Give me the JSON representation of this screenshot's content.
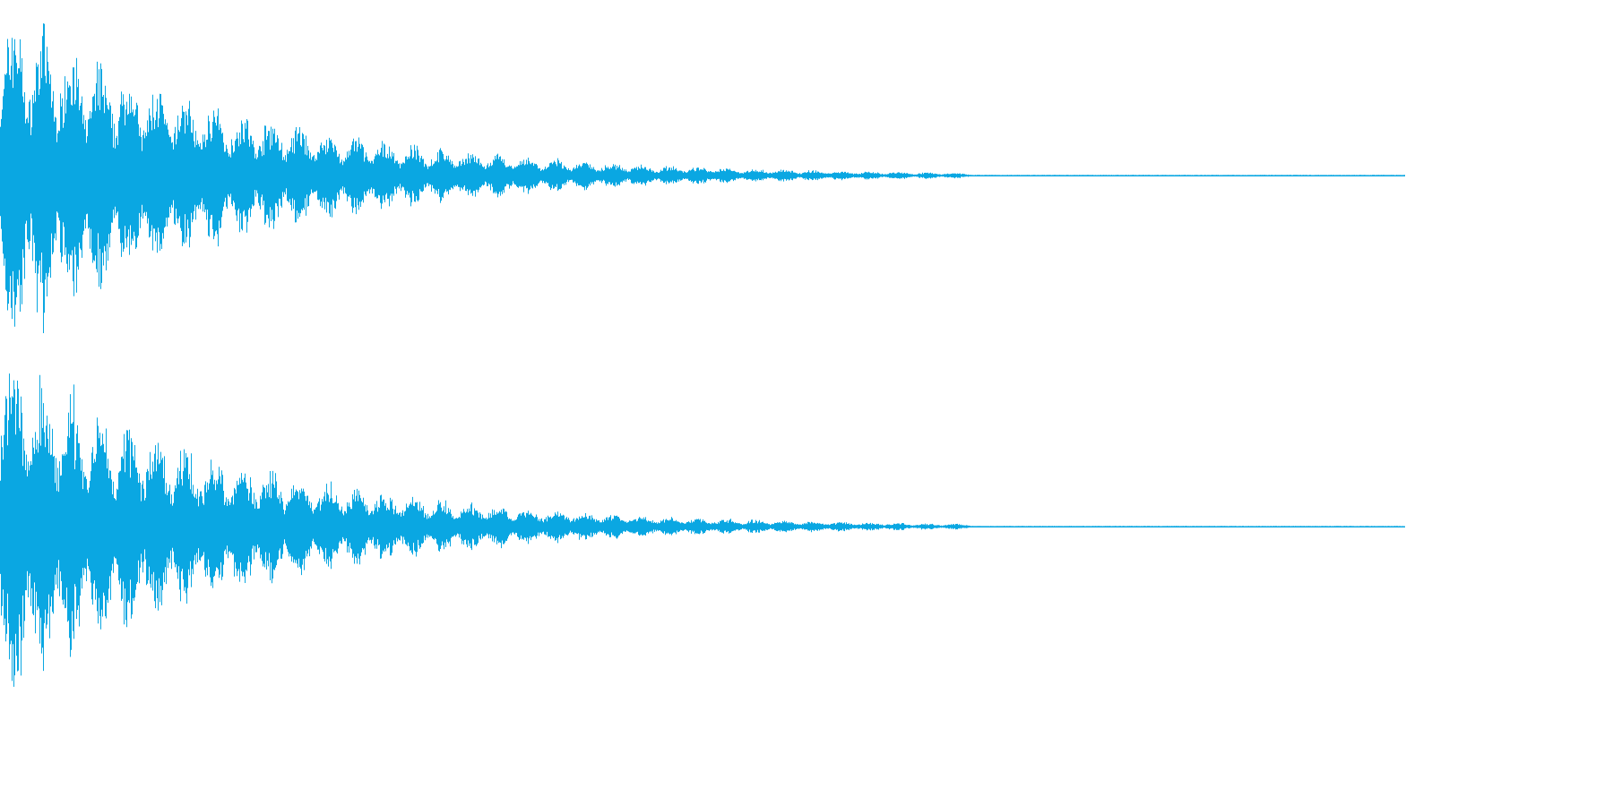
{
  "waveform": {
    "color": "#0aa7e2",
    "background": "#ffffff",
    "channel_count": 2,
    "decay_shape": "exponential-pulsing",
    "pulse_count": 34,
    "peak_amplitude": 1.0,
    "silent_after_fraction": 0.69
  }
}
